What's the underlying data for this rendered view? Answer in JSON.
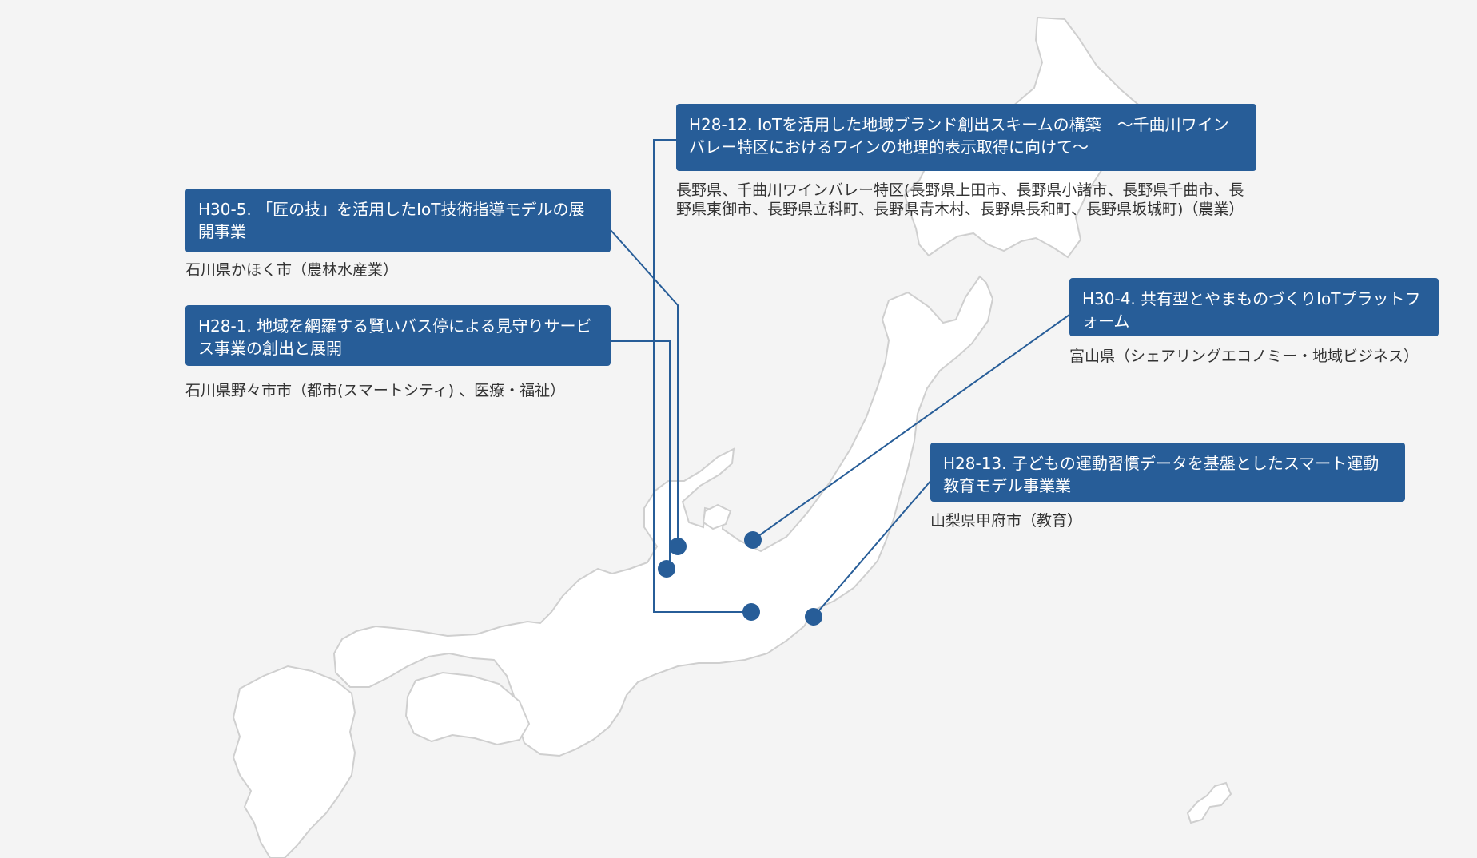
{
  "colors": {
    "background": "#f4f4f4",
    "land_fill": "#ffffff",
    "land_stroke": "#cfcfcf",
    "box_fill": "#275d98",
    "box_text": "#ffffff",
    "connector": "#275d98",
    "note_text": "#333333"
  },
  "projects": [
    {
      "id": "h30_5",
      "title": "H30-5. 「匠の技」を活用したIoT技術指導モデルの展開事業",
      "note": "石川県かほく市（農林水産業）"
    },
    {
      "id": "h28_1",
      "title": "H28-1. 地域を網羅する賢いバス停による見守りサービス事業の創出と展開",
      "note": "石川県野々市市（都市(スマートシティ) 、医療・福祉）"
    },
    {
      "id": "h28_12",
      "title": "H28-12. IoTを活用した地域ブランド創出スキームの構築　〜千曲川ワインバレー特区におけるワインの地理的表示取得に向けて〜",
      "note": "長野県、千曲川ワインバレー特区(長野県上田市、長野県小諸市、長野県千曲市、長野県東御市、長野県立科町、長野県青木村、長野県長和町、長野県坂城町)（農業）"
    },
    {
      "id": "h30_4",
      "title": "H30-4. 共有型とやまものづくりIoTプラットフォーム",
      "note": "富山県（シェアリングエコノミー・地域ビジネス）"
    },
    {
      "id": "h28_13",
      "title": "H28-13. 子どもの運動習慣データを基盤としたスマート運動教育モデル事業業",
      "note": "山梨県甲府市（教育）"
    }
  ]
}
